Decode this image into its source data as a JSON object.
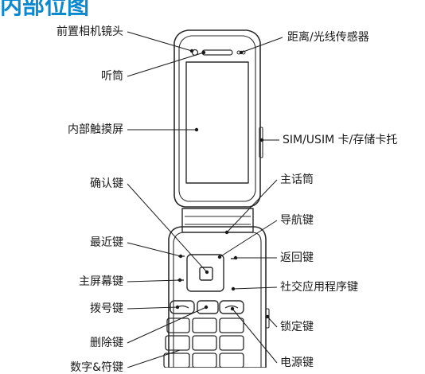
{
  "heading": "内部位图",
  "labels": {
    "front_camera": "前置相机镜头",
    "earpiece": "听筒",
    "touchscreen": "内部触摸屏",
    "ok_key": "确认键",
    "recent_key": "最近键",
    "home_key": "主屏幕键",
    "dial_key": "拨号键",
    "delete_key": "删除键",
    "bottom_left_partial": "数字&符键",
    "proximity_sensor": "距离/光线传感器",
    "sim_tray": "SIM/USIM 卡/存储卡托",
    "microphone": "主话筒",
    "nav_key": "导航键",
    "back_key": "返回键",
    "social_key": "社交应用程序键",
    "lock_key": "锁定键",
    "power_key": "电源键"
  },
  "colors": {
    "heading": "#0a88d0",
    "outline": "#2a2a2a",
    "callout": "#1a1a1a",
    "dot": "#1a1a1a"
  }
}
